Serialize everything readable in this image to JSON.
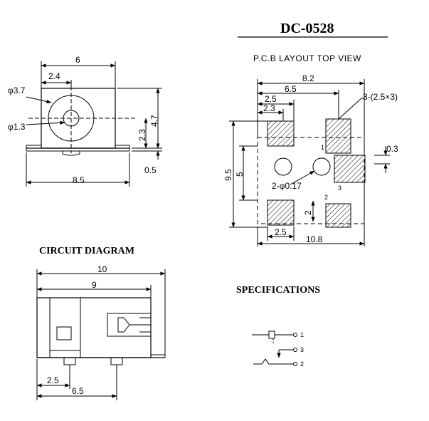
{
  "title": "DC-0528",
  "pcb": {
    "heading": "P.C.B LAYOUT TOP VIEW",
    "dims": {
      "w82": "8.2",
      "w65": "6.5",
      "w25": "2.5",
      "w23": "2.3",
      "pads": "3-(2.5×3)",
      "d03": "0.3",
      "h95": "9.5",
      "h5": "5",
      "holes": "2-φ0.17",
      "d2": "2",
      "w25b": "2.5",
      "w108": "10.8"
    },
    "pins": {
      "p1": "1",
      "p2": "2",
      "p3": "3"
    }
  },
  "front": {
    "dims": {
      "w6": "6",
      "w24": "2.4",
      "d37": "φ3.7",
      "d13": "φ1.3",
      "h23": "2.3",
      "h47": "4.7",
      "t05": "0.5",
      "w85": "8.5"
    }
  },
  "side": {
    "heading": "CIRCUIT DIAGRAM",
    "dims": {
      "w10": "10",
      "w9": "9",
      "w25": "2.5",
      "w65": "6.5"
    }
  },
  "spec": {
    "heading": "SPECIFICATIONS",
    "pins": {
      "p1": "1",
      "p3": "3",
      "p2": "2"
    }
  }
}
